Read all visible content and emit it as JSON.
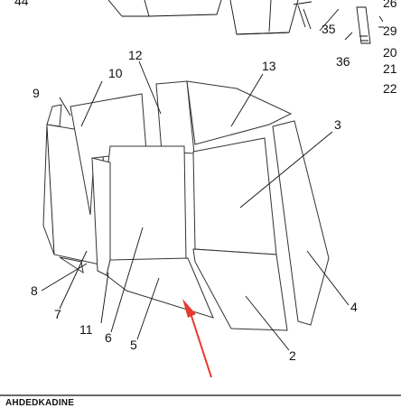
{
  "labels": {
    "l44": "44",
    "l26": "26",
    "l29": "29",
    "l35": "35",
    "l20": "20",
    "l21": "21",
    "l22": "22",
    "l36": "36",
    "l12": "12",
    "l10": "10",
    "l13": "13",
    "l9": "9",
    "l3": "3",
    "l8": "8",
    "l7": "7",
    "l4": "4",
    "l11": "11",
    "l6": "6",
    "l5": "5",
    "l2": "2"
  },
  "footer": {
    "title": "AHDEDKADINE"
  },
  "colors": {
    "line": "#333333",
    "arrow": "#e8392e",
    "text": "#111111"
  }
}
